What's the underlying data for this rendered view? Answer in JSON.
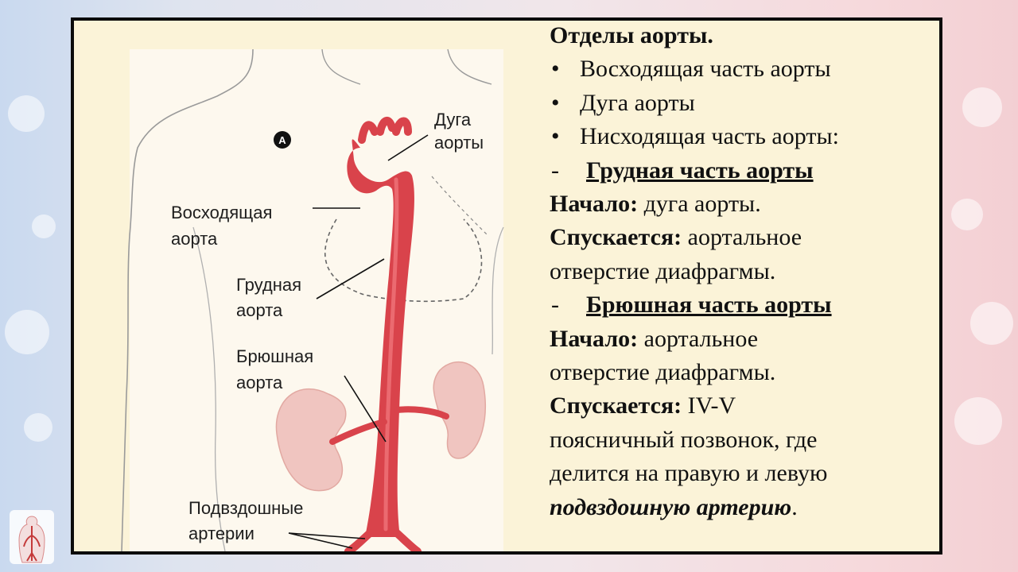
{
  "figure": {
    "marker": "A",
    "labels": {
      "arch": "Дуга\nаорты",
      "ascending": "Восходящая\nаорта",
      "thoracic": "Грудная\nаорта",
      "abdominal": "Брюшная\nаорта",
      "iliac": "Подвздошные\nартерии"
    }
  },
  "text": {
    "title": "Отделы аорты.",
    "bullets": [
      "Восходящая часть аорты",
      "Дуга аорты",
      "Нисходящая часть аорты:"
    ],
    "thoracic": {
      "dash": "-",
      "heading": "Грудная часть аорты",
      "start_label": "Начало:",
      "start_value": " дуга аорты.",
      "descends_label": "Спускается:",
      "descends_value_1": " аортальное",
      "descends_value_2": "отверстие диафрагмы."
    },
    "abdominal": {
      "dash": "-",
      "heading": "Брюшная часть аорты",
      "start_label": "Начало:",
      "start_value_1": " аортальное",
      "start_value_2": "отверстие диафрагмы.",
      "descends_label": "Спускается:",
      "descends_value_1": " IV-V",
      "descends_value_2": "поясничный позвонок, где",
      "descends_value_3": "делится на правую и левую",
      "descends_em": "подвздошную артерию",
      "descends_end": "."
    }
  },
  "colors": {
    "slide_bg": "#fbf3d8",
    "aorta": "#d9434b",
    "kidney": "#f0c5c0",
    "border": "#0b0b0b"
  },
  "icons": [
    "anatomy-logo-icon"
  ]
}
